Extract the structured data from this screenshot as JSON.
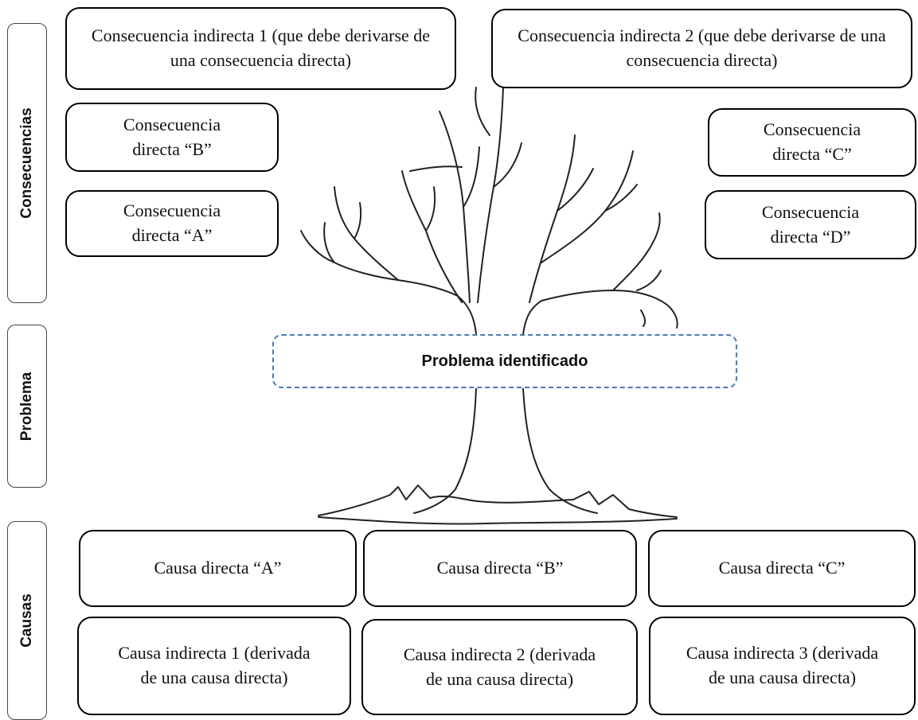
{
  "side_labels": {
    "consequences": "Consecuencias",
    "problem": "Problema",
    "causes": "Causas"
  },
  "consequences": {
    "indirect_1": "Consecuencia indirecta 1 (que debe derivarse de una consecuencia directa)",
    "indirect_2": "Consecuencia indirecta 2 (que debe derivarse de una consecuencia directa)",
    "direct_b": "Consecuencia directa “B”",
    "direct_a": "Consecuencia directa “A”",
    "direct_c": "Consecuencia directa “C”",
    "direct_d": "Consecuencia directa “D”"
  },
  "problem": {
    "label": "Problema identificado"
  },
  "causes": {
    "direct_a": "Causa directa “A”",
    "direct_b": "Causa directa “B”",
    "direct_c": "Causa directa “C”",
    "indirect_1": "Causa indirecta 1 (derivada de una causa directa)",
    "indirect_2": "Causa indirecta 2 (derivada de una causa directa)",
    "indirect_3": "Causa indirecta 3 (derivada de una causa directa)"
  },
  "colors": {
    "problem_border": "#4a7ab8",
    "box_border": "#000000"
  },
  "icons": {
    "tree": "tree-illustration"
  }
}
